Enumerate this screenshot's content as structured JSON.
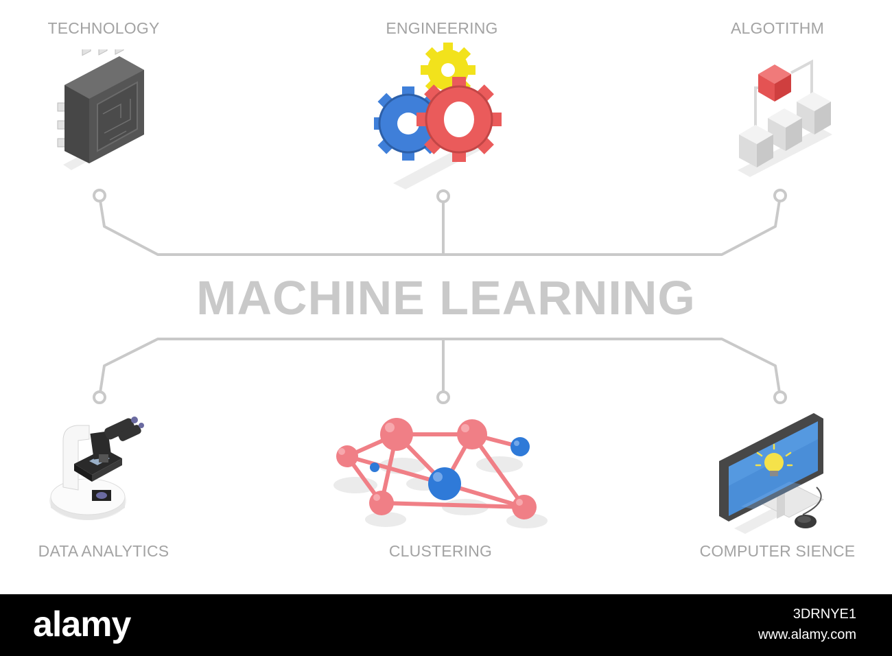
{
  "diagram": {
    "title": "MACHINE LEARNING",
    "branches_top": [
      {
        "label": "TECHNOLOGY",
        "icon": "microchip-icon"
      },
      {
        "label": "ENGINEERING",
        "icon": "gears-icon"
      },
      {
        "label": "ALGOTITHM",
        "icon": "algorithm-cubes-icon"
      }
    ],
    "branches_bottom": [
      {
        "label": "DATA ANALYTICS",
        "icon": "microscope-icon"
      },
      {
        "label": "CLUSTERING",
        "icon": "molecule-cluster-icon"
      },
      {
        "label": "COMPUTER SIENCE",
        "icon": "computer-monitor-icon"
      }
    ]
  },
  "footer": {
    "brand": "alamy",
    "image_id": "3DRNYE1",
    "url": "www.alamy.com"
  },
  "colors": {
    "connector": "#c9c9c9",
    "label": "#a3a3a3",
    "gear_blue": "#3f7fd9",
    "gear_red": "#ea5b5b",
    "gear_yellow": "#f2e21c",
    "node_pink": "#f07f86",
    "node_blue": "#2f7ad8"
  }
}
